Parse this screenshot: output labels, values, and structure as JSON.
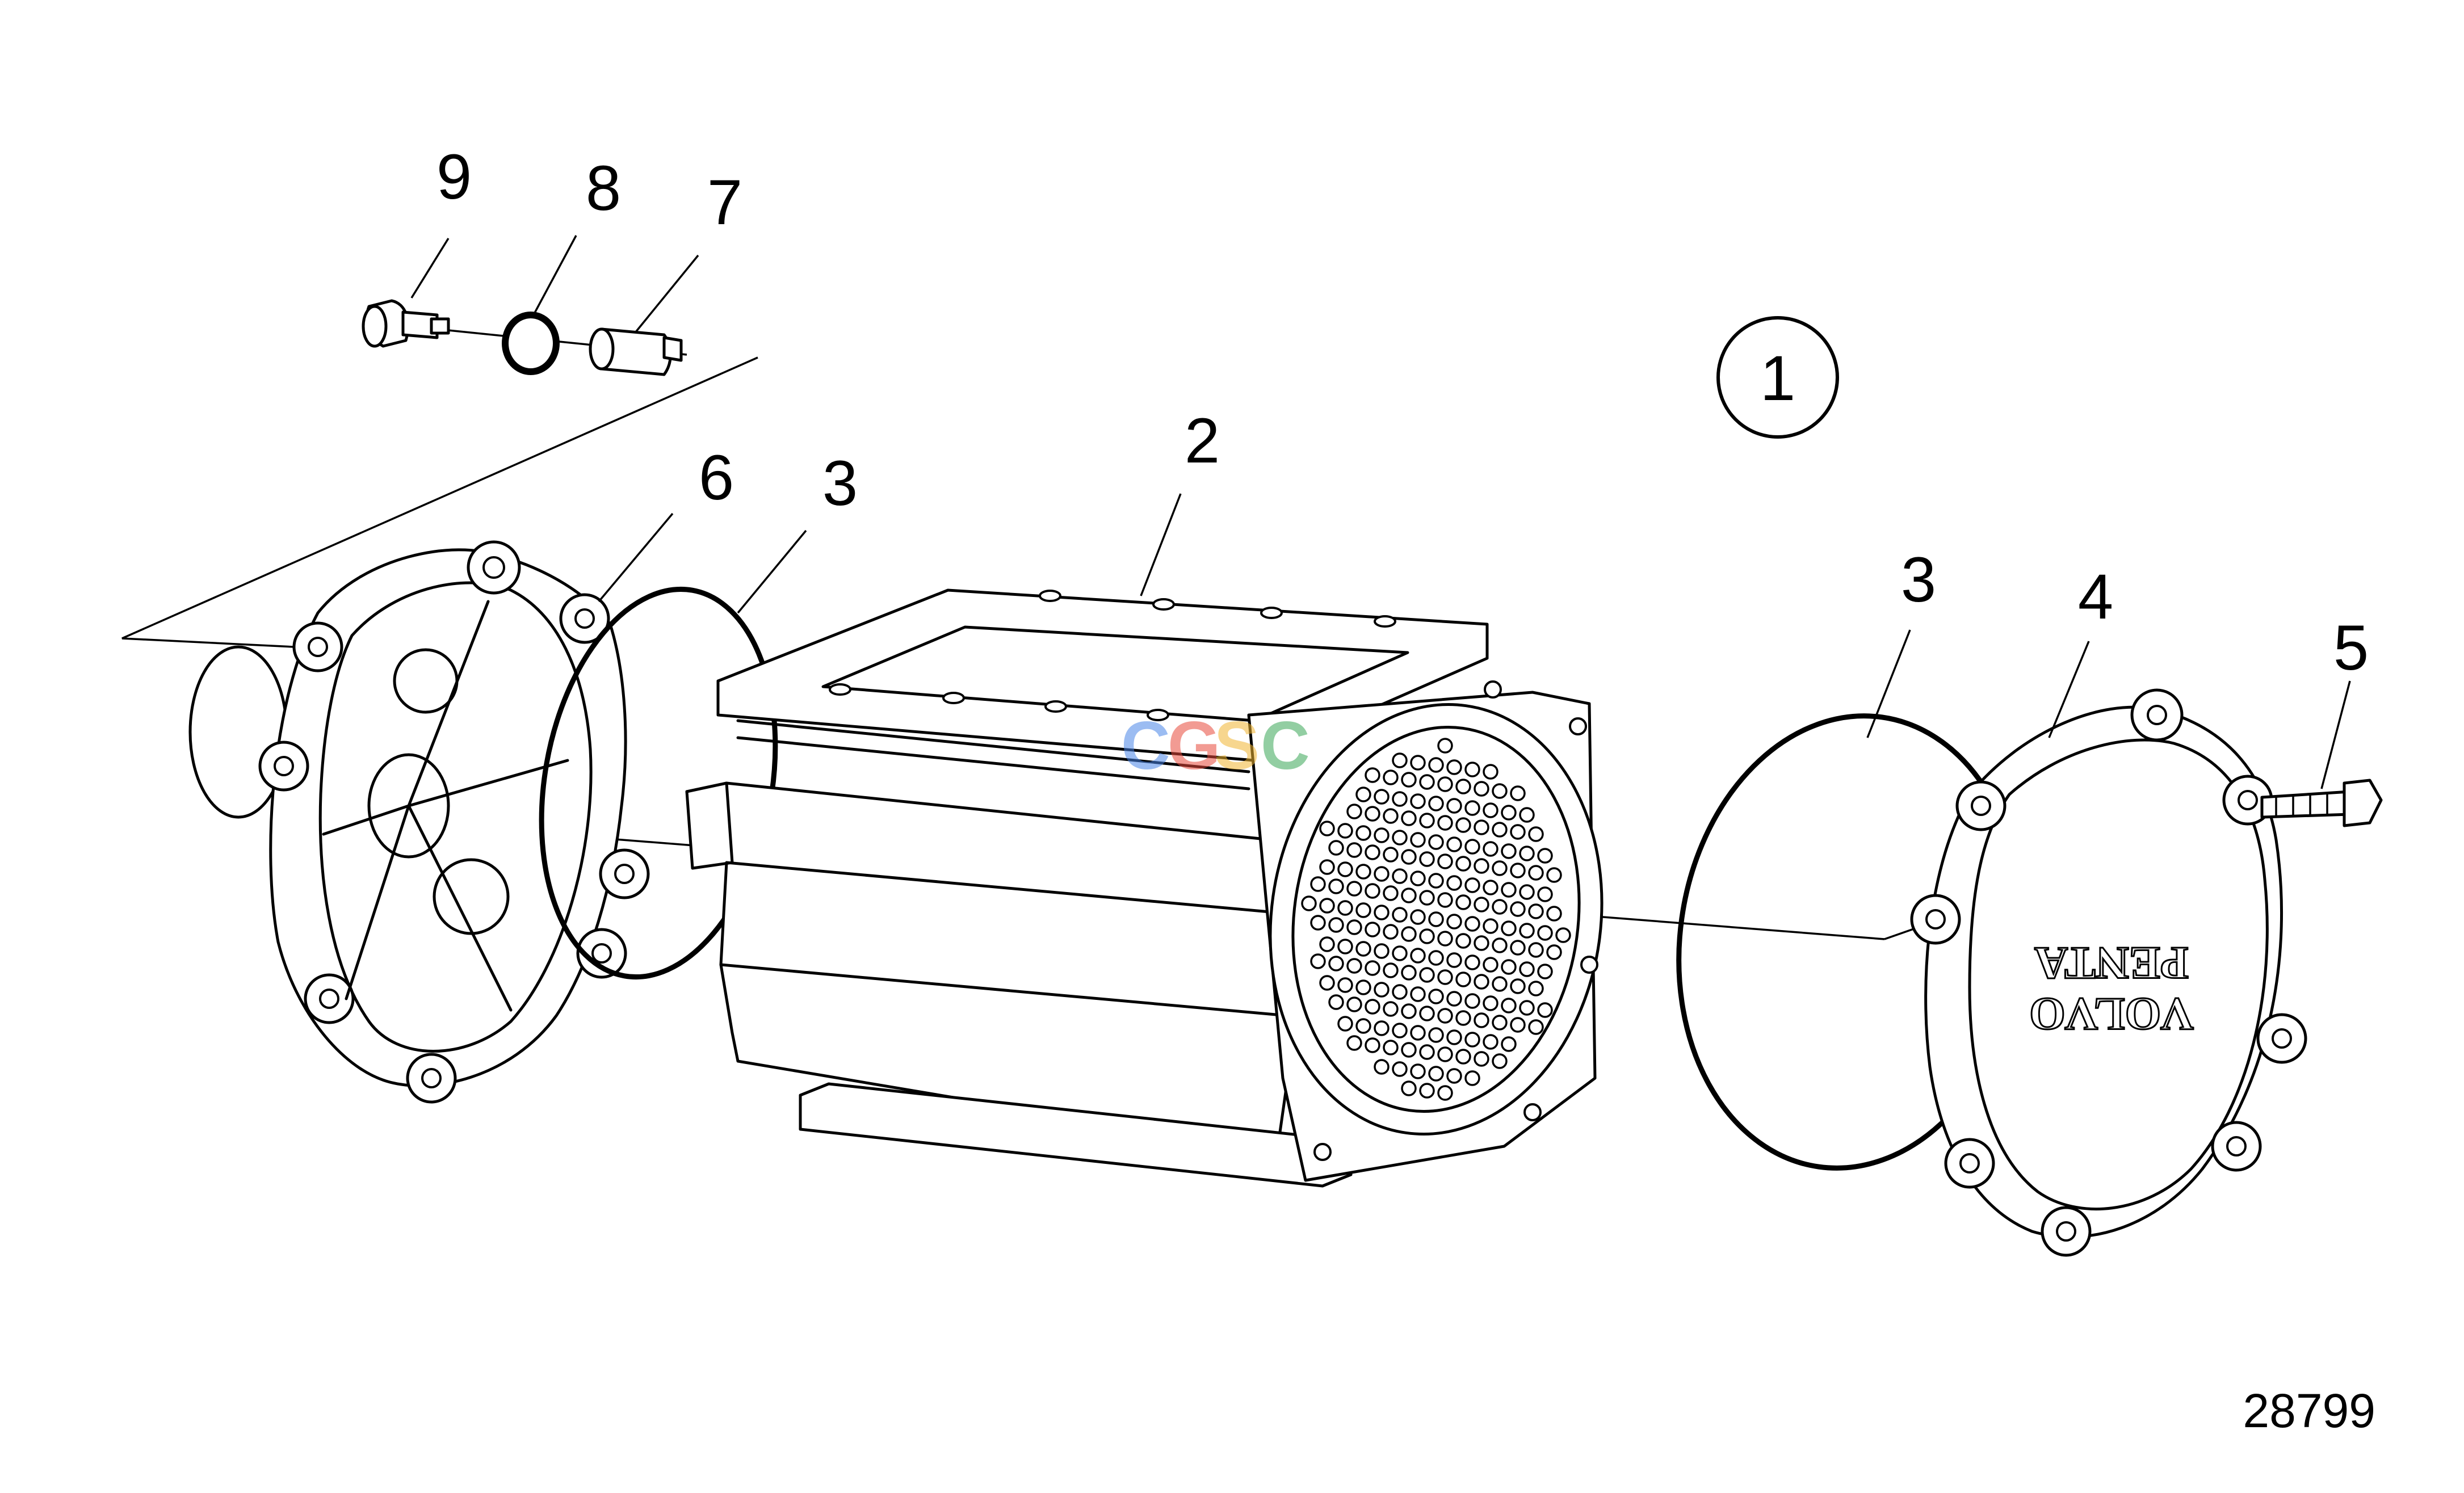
{
  "callouts": {
    "c9": "9",
    "c8": "8",
    "c7": "7",
    "c6": "6",
    "c3_left": "3",
    "c2": "2",
    "c1": "1",
    "c3_right": "3",
    "c4": "4",
    "c5": "5"
  },
  "figure_number": "28799",
  "cover_brand": {
    "line1": "VOLVO",
    "line2": "PENTA"
  },
  "watermark": {
    "letters": [
      "C",
      "G",
      "S",
      "C"
    ],
    "colors": [
      "#4a86e8",
      "#e84a3c",
      "#f2b632",
      "#3aa757"
    ]
  },
  "colors": {
    "line": "#000000",
    "background": "#ffffff"
  }
}
